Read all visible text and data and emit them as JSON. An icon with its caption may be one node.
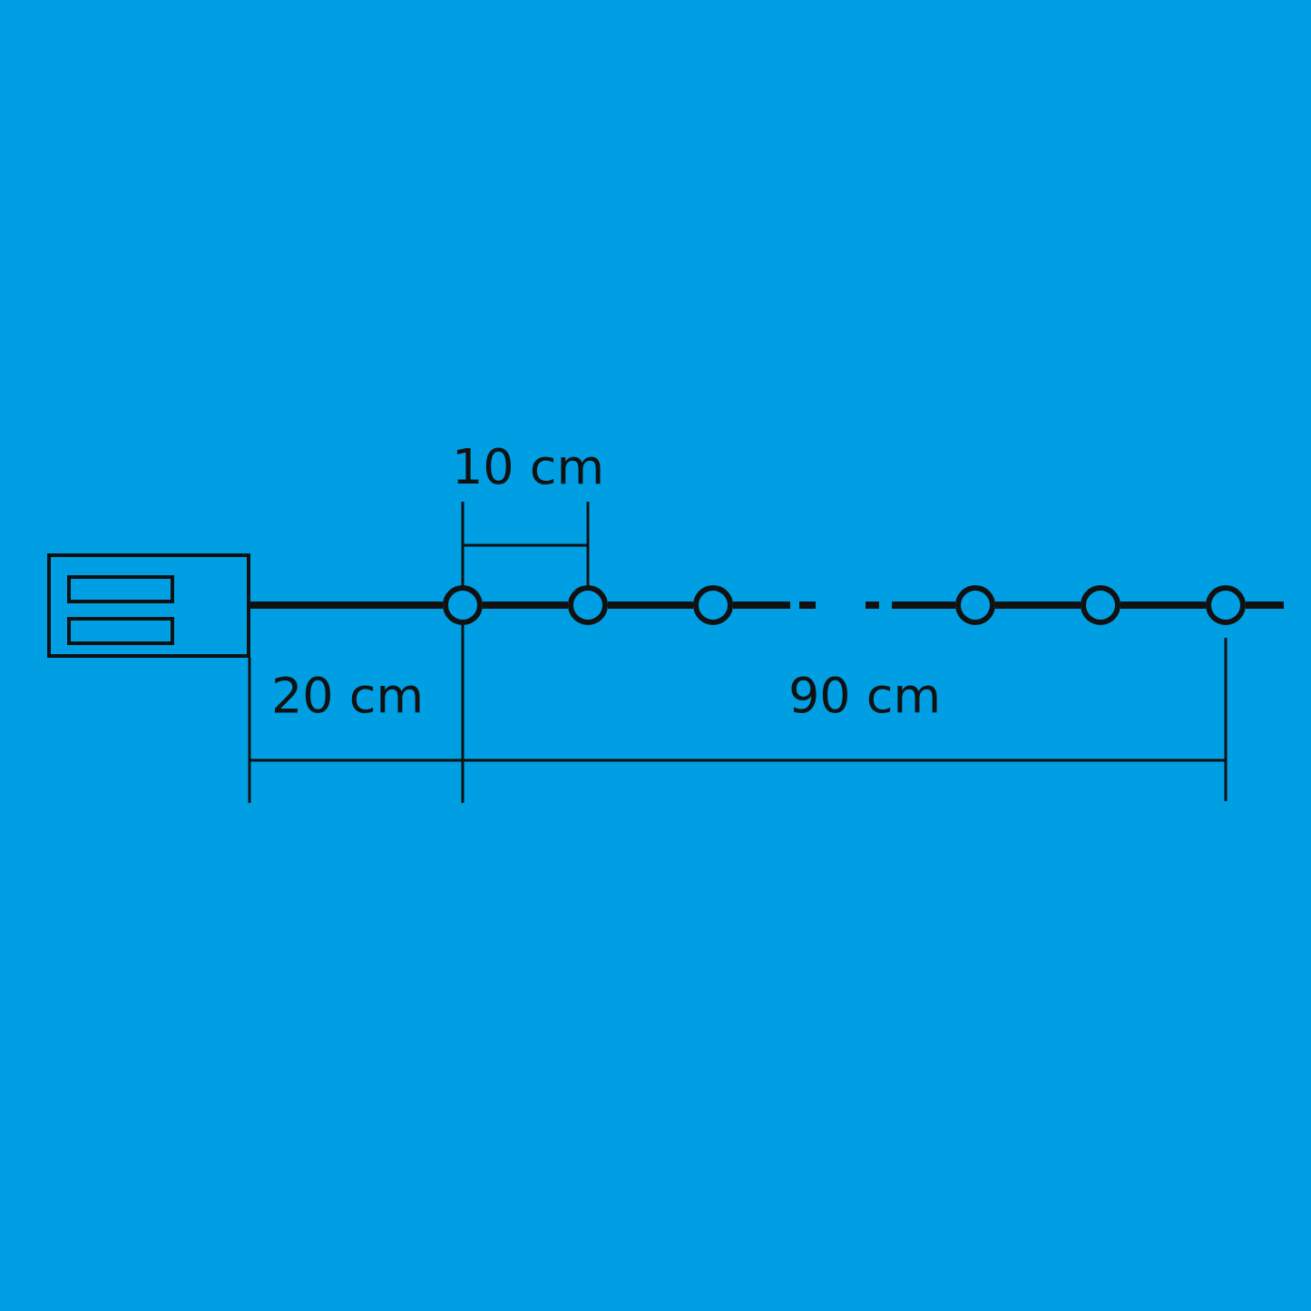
{
  "diagram": {
    "nodes": [
      {
        "text": [],
        "shape": "box"
      },
      {
        "text": [],
        "shape": "circle"
      },
      {
        "text": [],
        "shape": "circle"
      },
      {
        "text": [],
        "shape": "circle"
      },
      {
        "text": [],
        "shape": "circle"
      },
      {
        "text": [],
        "shape": "circle"
      },
      {
        "text": [],
        "shape": "circle"
      }
    ],
    "edges": [
      {
        "from": 0,
        "to": 1,
        "arrow": "none"
      },
      {
        "from": 1,
        "to": 2,
        "arrow": "none"
      },
      {
        "from": 2,
        "to": 3,
        "arrow": "none"
      },
      {
        "from": 3,
        "to": 4,
        "arrow": "none",
        "style": "dashed"
      },
      {
        "from": 4,
        "to": 5,
        "arrow": "none"
      },
      {
        "from": 5,
        "to": 6,
        "arrow": "none"
      },
      {
        "from": 6,
        "to": null,
        "arrow": "none"
      }
    ],
    "labels": [
      "10 cm",
      "20 cm",
      "90 cm"
    ]
  }
}
